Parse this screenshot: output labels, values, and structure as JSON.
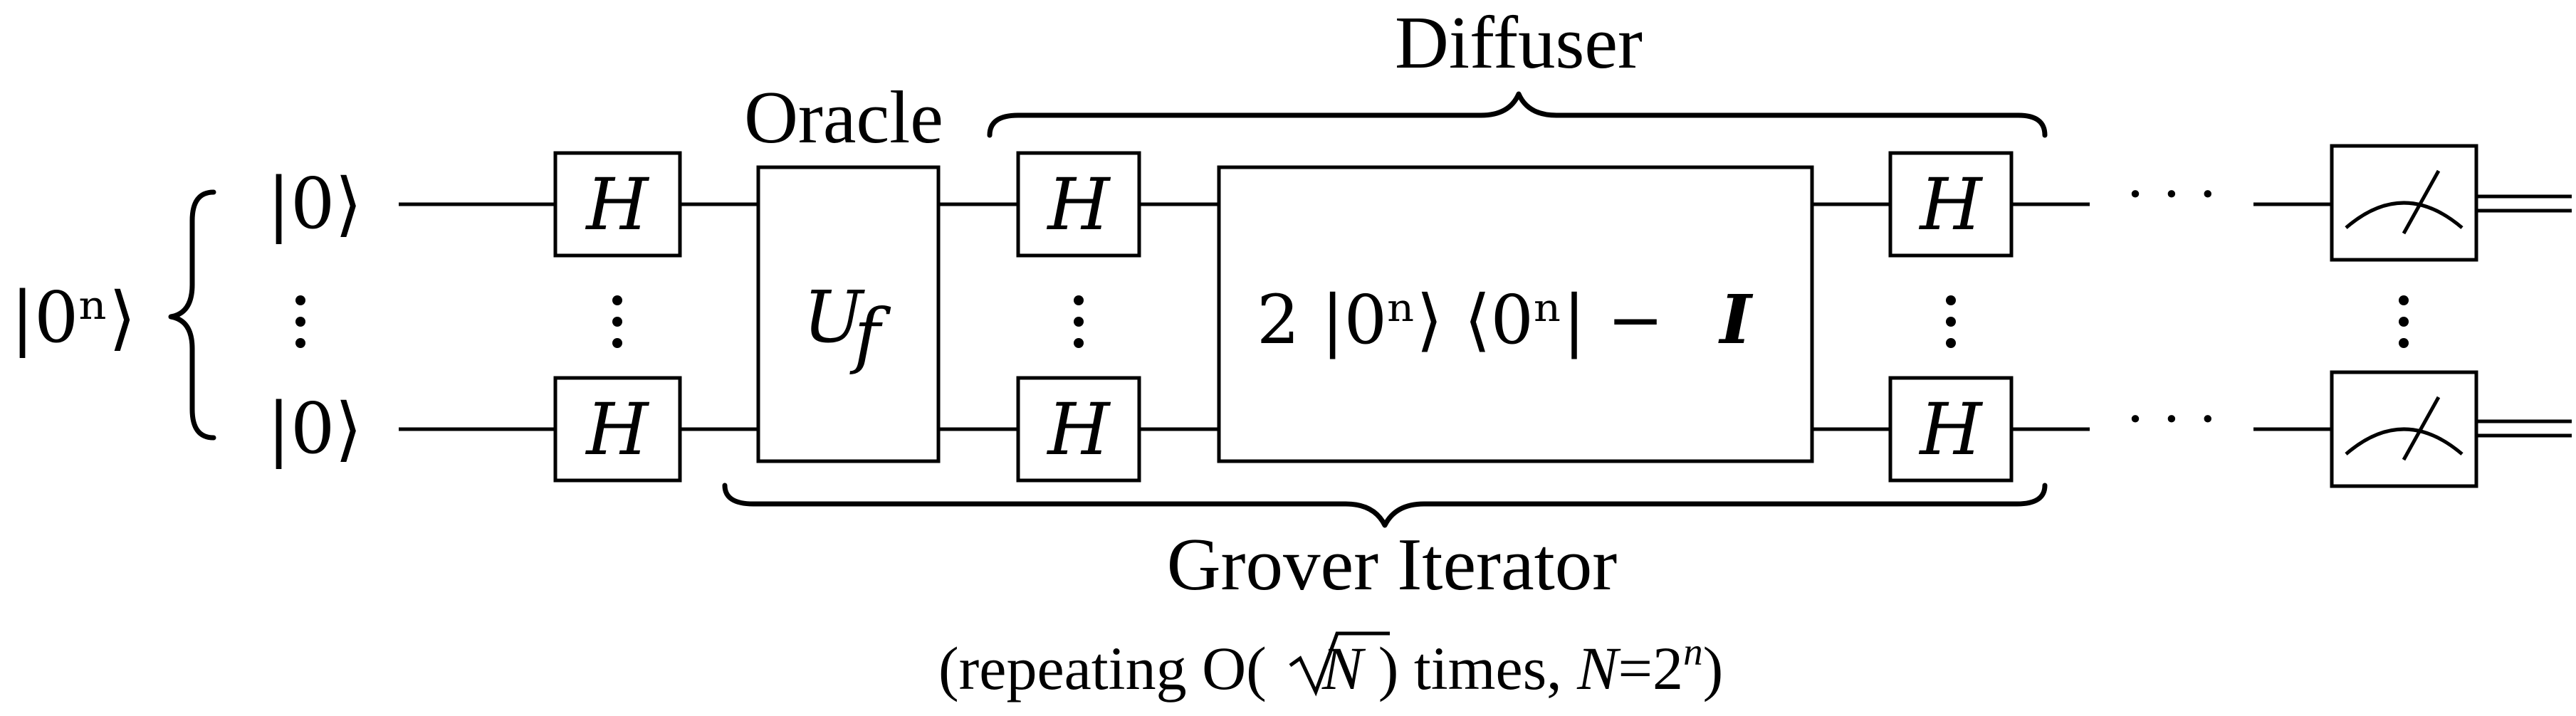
{
  "input": {
    "register_label": "|0ⁿ⟩",
    "qubit_top_label": "|0⟩",
    "qubit_bottom_label": "|0⟩"
  },
  "gates": {
    "hadamard": "H",
    "oracle_symbol": "U",
    "oracle_subscript": "f",
    "diffuser_op_prefix": "2 |0ⁿ⟩ ⟨0ⁿ| −",
    "diffuser_op_identity": "I"
  },
  "labels": {
    "oracle": "Oracle",
    "diffuser": "Diffuser",
    "grover_iterator": "Grover Iterator",
    "repeat_prefix": "(repeating O(",
    "repeat_sqrt_N": "N",
    "repeat_mid": " ) times, ",
    "repeat_N": "N",
    "repeat_eq": "=2",
    "repeat_exp": "n",
    "repeat_close": ")"
  },
  "ellipsis": "· · ·"
}
